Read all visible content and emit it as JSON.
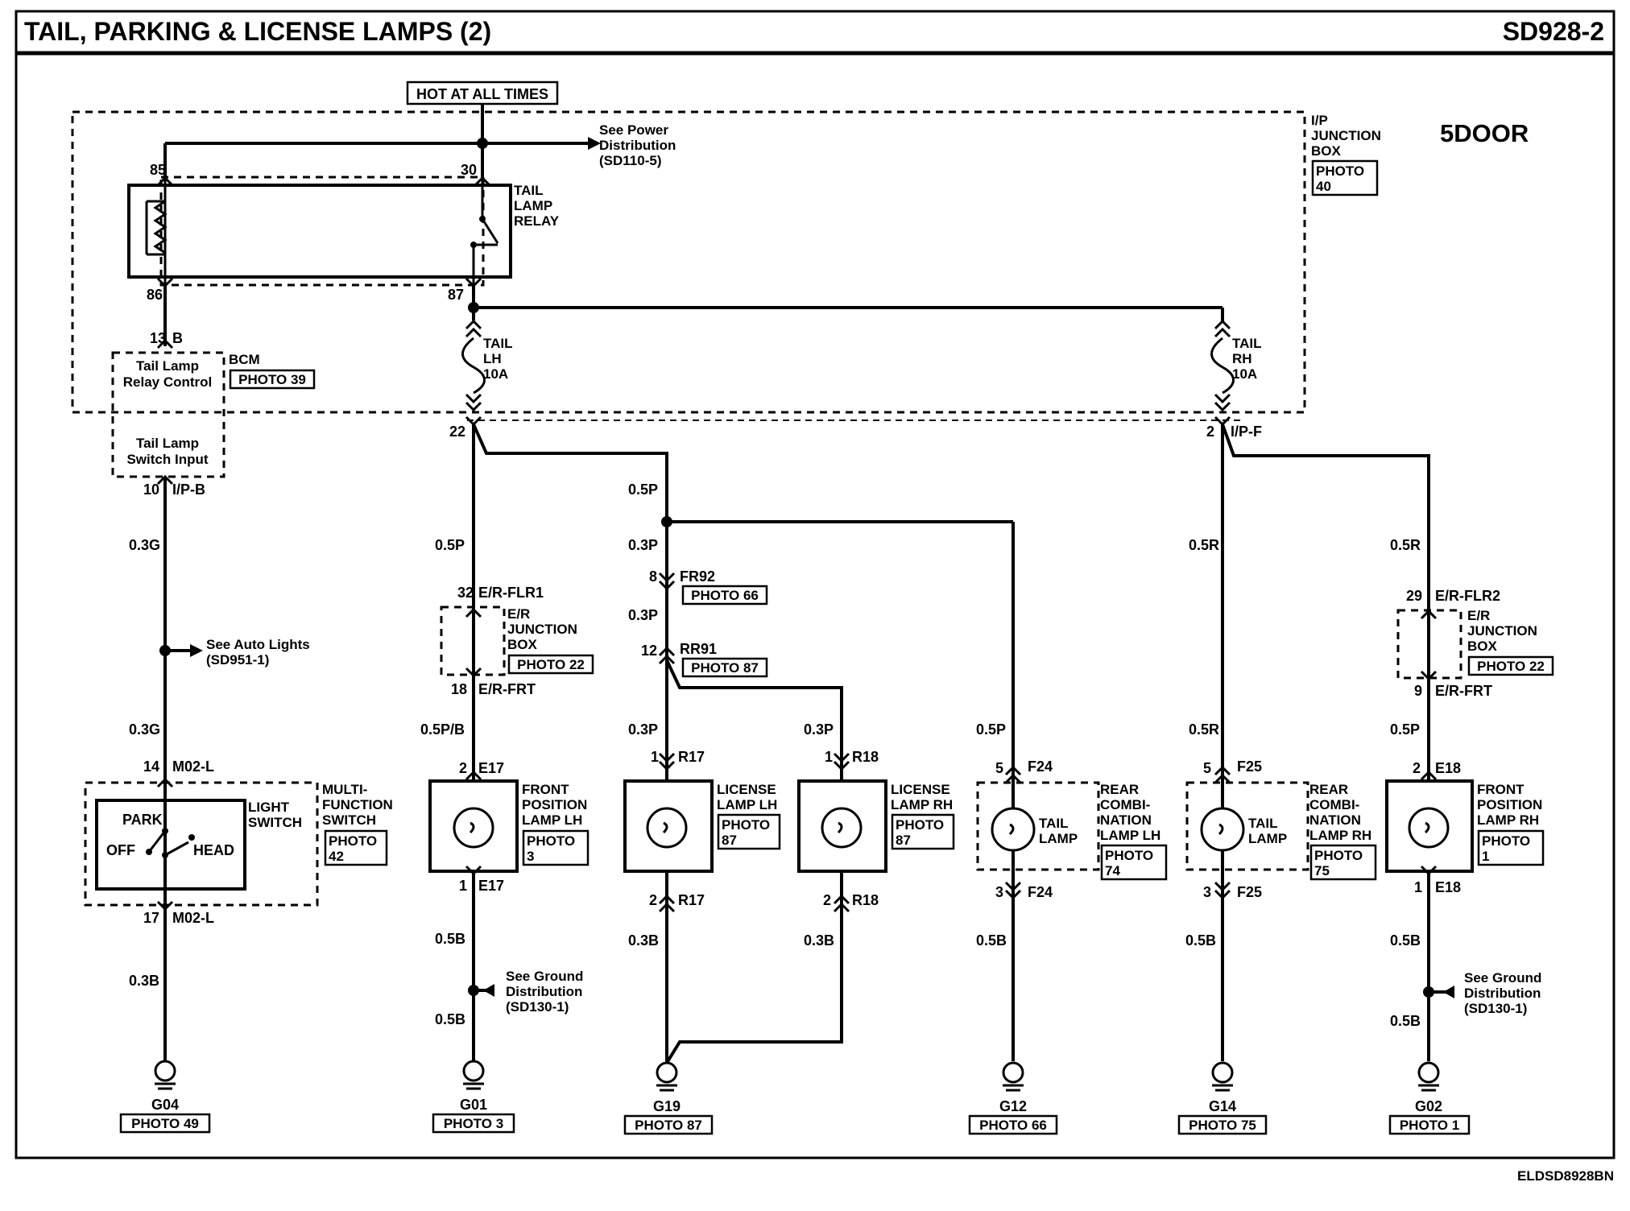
{
  "title": "TAIL, PARKING & LICENSE LAMPS (2)",
  "page_code": "SD928-2",
  "footer_code": "ELDSD8928BN",
  "door_label": "5DOOR",
  "hot_label": "HOT AT ALL TIMES",
  "ipjb": {
    "l1": "I/P",
    "l2": "JUNCTION",
    "l3": "BOX",
    "photo1": "PHOTO",
    "photo2": "40"
  },
  "power_ref": {
    "l1": "See Power",
    "l2": "Distribution",
    "l3": "(SD110-5)"
  },
  "relay": {
    "l1": "TAIL",
    "l2": "LAMP",
    "l3": "RELAY",
    "p85": "85",
    "p30": "30",
    "p86": "86",
    "p87": "87"
  },
  "bcm": {
    "name": "BCM",
    "photo": "PHOTO 39",
    "ctrl1": "Tail Lamp",
    "ctrl2": "Relay Control",
    "in1": "Tail Lamp",
    "in2": "Switch Input",
    "pin_top": "13",
    "pin_top_c": "B",
    "pin_bot": "10",
    "pin_bot_c": "I/P-B"
  },
  "fuse_lh": {
    "l1": "TAIL",
    "l2": "LH",
    "l3": "10A"
  },
  "fuse_rh": {
    "l1": "TAIL",
    "l2": "RH",
    "l3": "10A"
  },
  "pins": {
    "p22": "22",
    "p2": "2",
    "ipf": "I/P-F"
  },
  "wires": {
    "g03": "0.3G",
    "p05": "0.5P",
    "r05": "0.5R",
    "p03": "0.3P",
    "pb05": "0.5P/B",
    "b05": "0.5B",
    "b03": "0.3B"
  },
  "auto_ref": {
    "l1": "See Auto Lights",
    "l2": "(SD951-1)"
  },
  "ground_ref": {
    "l1": "See Ground",
    "l2": "Distribution",
    "l3": "(SD130-1)"
  },
  "mfs": {
    "l1": "MULTI-",
    "l2": "FUNCTION",
    "l3": "SWITCH",
    "photo1": "PHOTO",
    "photo2": "42",
    "ls1": "LIGHT",
    "ls2": "SWITCH",
    "park": "PARK",
    "off": "OFF",
    "head": "HEAD",
    "pin_top": "14",
    "pin_top_c": "M02-L",
    "pin_bot": "17",
    "pin_bot_c": "M02-L"
  },
  "erjb_l": {
    "l1": "E/R",
    "l2": "JUNCTION",
    "l3": "BOX",
    "photo": "PHOTO 22",
    "pin_top": "32",
    "pin_top_c": "E/R-FLR1",
    "pin_bot": "18",
    "pin_bot_c": "E/R-FRT"
  },
  "erjb_r": {
    "l1": "E/R",
    "l2": "JUNCTION",
    "l3": "BOX",
    "photo": "PHOTO 22",
    "pin_top": "29",
    "pin_top_c": "E/R-FLR2",
    "pin_bot": "9",
    "pin_bot_c": "E/R-FRT"
  },
  "fr92": {
    "pin": "8",
    "conn": "FR92",
    "photo": "PHOTO 66"
  },
  "rr91": {
    "pin": "12",
    "conn": "RR91",
    "photo": "PHOTO 87"
  },
  "lamps": {
    "fpl_lh": {
      "l1": "FRONT",
      "l2": "POSITION",
      "l3": "LAMP LH",
      "photo1": "PHOTO",
      "photo2": "3",
      "pin_top": "2",
      "pin_bot": "1",
      "conn": "E17"
    },
    "lic_lh": {
      "l1": "LICENSE",
      "l2": "LAMP LH",
      "photo1": "PHOTO",
      "photo2": "87",
      "pin_top": "1",
      "pin_bot": "2",
      "conn": "R17"
    },
    "lic_rh": {
      "l1": "LICENSE",
      "l2": "LAMP RH",
      "photo1": "PHOTO",
      "photo2": "87",
      "pin_top": "1",
      "pin_bot": "2",
      "conn": "R18"
    },
    "rcl_lh": {
      "l1": "REAR",
      "l2": "COMBI-",
      "l3": "NATION",
      "l4": "LAMP LH",
      "photo1": "PHOTO",
      "photo2": "74",
      "inner1": "TAIL",
      "inner2": "LAMP",
      "pin_top": "5",
      "pin_bot": "3",
      "conn": "F24"
    },
    "rcl_rh": {
      "l1": "REAR",
      "l2": "COMBI-",
      "l3": "NATION",
      "l4": "LAMP RH",
      "photo1": "PHOTO",
      "photo2": "75",
      "inner1": "TAIL",
      "inner2": "LAMP",
      "pin_top": "5",
      "pin_bot": "3",
      "conn": "F25"
    },
    "fpl_rh": {
      "l1": "FRONT",
      "l2": "POSITION",
      "l3": "LAMP RH",
      "photo1": "PHOTO",
      "photo2": "1",
      "pin_top": "2",
      "pin_bot": "1",
      "conn": "E18"
    }
  },
  "grounds": [
    {
      "id": "G04",
      "photo": "PHOTO 49"
    },
    {
      "id": "G01",
      "photo": "PHOTO 3"
    },
    {
      "id": "G19",
      "photo": "PHOTO 87"
    },
    {
      "id": "G12",
      "photo": "PHOTO 66"
    },
    {
      "id": "G14",
      "photo": "PHOTO 75"
    },
    {
      "id": "G02",
      "photo": "PHOTO 1"
    }
  ]
}
